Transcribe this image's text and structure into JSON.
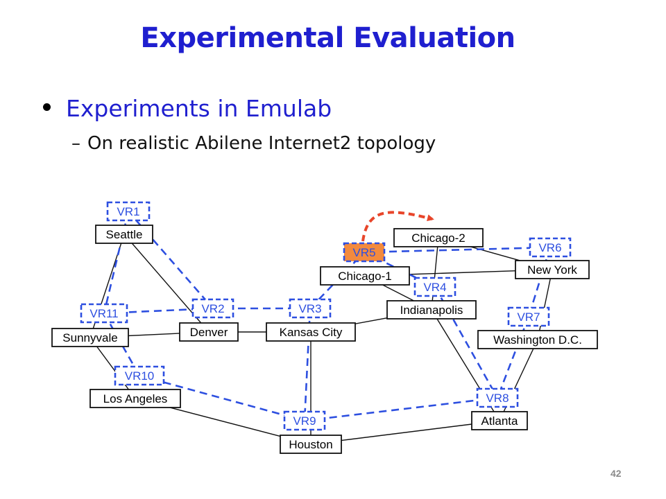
{
  "title": "Experimental Evaluation",
  "bullet": "Experiments in Emulab",
  "sub_bullet": "On realistic Abilene Internet2 topology",
  "sub_bullet_dash": "–",
  "page_number": "42",
  "colors": {
    "title": "#1f1fcf",
    "virtual_link": "#2d4fe0",
    "migration_arrow": "#e8452a",
    "highlight_fill": "#f38a3e"
  },
  "physical_routers": [
    {
      "id": "seattle",
      "label": "Seattle"
    },
    {
      "id": "sunnyvale",
      "label": "Sunnyvale"
    },
    {
      "id": "losangeles",
      "label": "Los Angeles"
    },
    {
      "id": "denver",
      "label": "Denver"
    },
    {
      "id": "kansascity",
      "label": "Kansas City"
    },
    {
      "id": "houston",
      "label": "Houston"
    },
    {
      "id": "chicago1",
      "label": "Chicago-1"
    },
    {
      "id": "chicago2",
      "label": "Chicago-2"
    },
    {
      "id": "indianapolis",
      "label": "Indianapolis"
    },
    {
      "id": "newyork",
      "label": "New York"
    },
    {
      "id": "washington",
      "label": "Washington D.C."
    },
    {
      "id": "atlanta",
      "label": "Atlanta"
    }
  ],
  "virtual_routers": [
    {
      "id": "vr1",
      "label": "VR1",
      "highlighted": false
    },
    {
      "id": "vr2",
      "label": "VR2",
      "highlighted": false
    },
    {
      "id": "vr3",
      "label": "VR3",
      "highlighted": false
    },
    {
      "id": "vr4",
      "label": "VR4",
      "highlighted": false
    },
    {
      "id": "vr5",
      "label": "VR5",
      "highlighted": true
    },
    {
      "id": "vr6",
      "label": "VR6",
      "highlighted": false
    },
    {
      "id": "vr7",
      "label": "VR7",
      "highlighted": false
    },
    {
      "id": "vr8",
      "label": "VR8",
      "highlighted": false
    },
    {
      "id": "vr9",
      "label": "VR9",
      "highlighted": false
    },
    {
      "id": "vr10",
      "label": "VR10",
      "highlighted": false
    },
    {
      "id": "vr11",
      "label": "VR11",
      "highlighted": false
    }
  ],
  "physical_links": [
    [
      "seattle",
      "sunnyvale"
    ],
    [
      "seattle",
      "denver"
    ],
    [
      "sunnyvale",
      "denver"
    ],
    [
      "sunnyvale",
      "losangeles"
    ],
    [
      "denver",
      "kansascity"
    ],
    [
      "kansascity",
      "indianapolis"
    ],
    [
      "kansascity",
      "houston"
    ],
    [
      "losangeles",
      "houston"
    ],
    [
      "houston",
      "atlanta"
    ],
    [
      "indianapolis",
      "atlanta"
    ],
    [
      "indianapolis",
      "chicago1"
    ],
    [
      "chicago1",
      "newyork"
    ],
    [
      "chicago2",
      "newyork"
    ],
    [
      "chicago2",
      "indianapolis"
    ],
    [
      "newyork",
      "washington"
    ],
    [
      "washington",
      "atlanta"
    ]
  ],
  "virtual_links": [
    [
      "vr1",
      "vr11"
    ],
    [
      "vr1",
      "vr2"
    ],
    [
      "vr11",
      "vr2"
    ],
    [
      "vr11",
      "vr10"
    ],
    [
      "vr2",
      "vr3"
    ],
    [
      "vr3",
      "vr5"
    ],
    [
      "vr3",
      "vr9"
    ],
    [
      "vr10",
      "vr9"
    ],
    [
      "vr9",
      "vr8"
    ],
    [
      "vr5",
      "vr6"
    ],
    [
      "vr5",
      "vr4"
    ],
    [
      "vr4",
      "vr8"
    ],
    [
      "vr6",
      "vr7"
    ],
    [
      "vr7",
      "vr8"
    ]
  ],
  "migration": {
    "from": "vr5",
    "to": "chicago2"
  }
}
